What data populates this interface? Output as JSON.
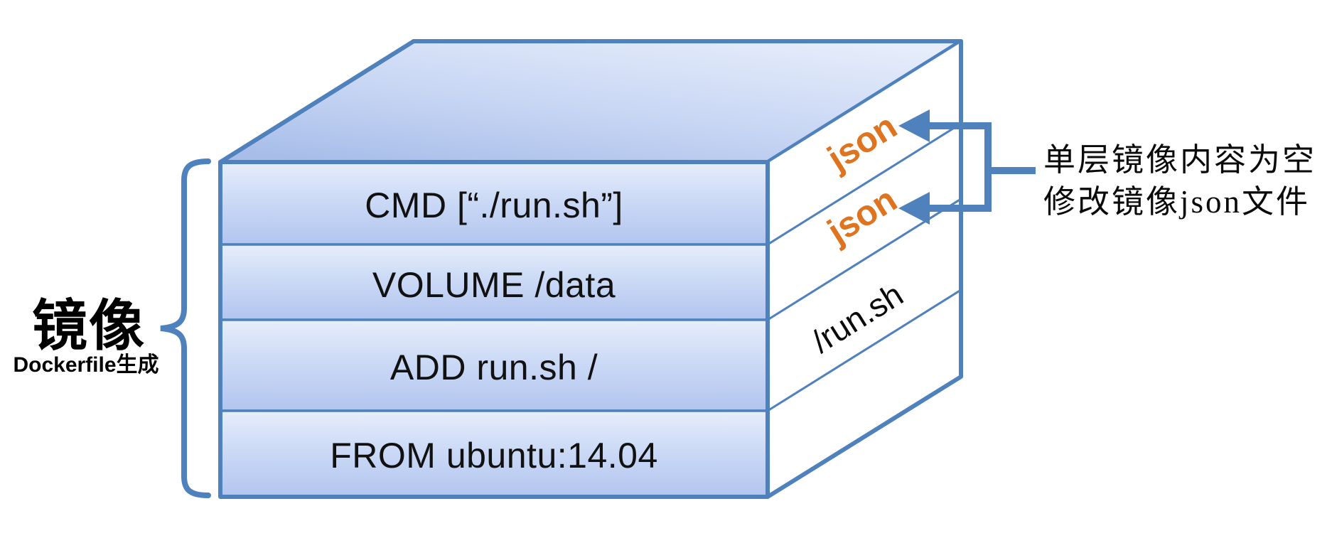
{
  "diagram": {
    "left_label": {
      "title": "镜像",
      "subtitle": "Dockerfile生成"
    },
    "layers": [
      {
        "label": "CMD [“./run.sh”]",
        "side_label": "json"
      },
      {
        "label": "VOLUME /data",
        "side_label": "json"
      },
      {
        "label": "ADD run.sh /",
        "side_label": "/run.sh"
      },
      {
        "label": "FROM ubuntu:14.04"
      }
    ],
    "annotation": {
      "line1": "单层镜像内容为空",
      "line2": "修改镜像json文件"
    },
    "colors": {
      "accent_blue": "#4f81bd",
      "label_orange": "#de7420",
      "layer_fill_top": "#e3ecfa",
      "layer_fill_bottom": "#b4c7ee",
      "side_face_fill": "#ffffff",
      "text_black": "#111111"
    }
  }
}
